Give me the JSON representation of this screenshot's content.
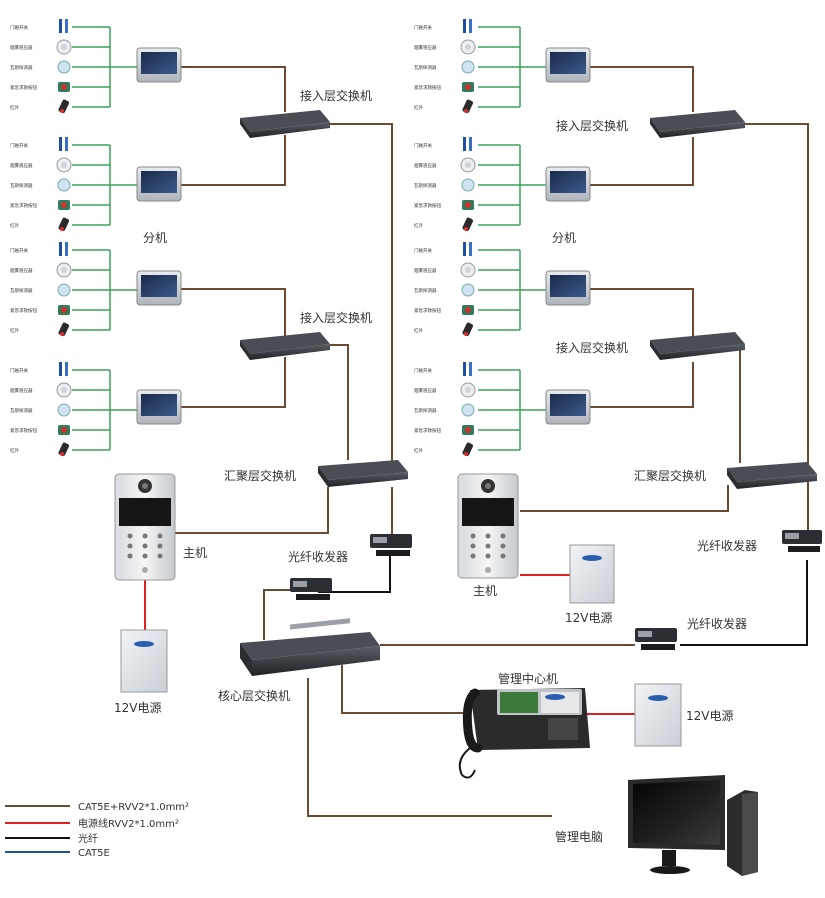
{
  "colors": {
    "cat5e_rvv": "#6b4a34",
    "power": "#e02020",
    "fiber": "#111111",
    "cat5e": "#1f4fa0"
  },
  "sensors": [
    "门磁开关",
    "烟雾感应器",
    "瓦斯探测器",
    "紧急求救按钮",
    "红外"
  ],
  "sensor_icons": [
    "door-contact-icon",
    "smoke-detector-icon",
    "gas-detector-icon",
    "panic-button-icon",
    "infrared-icon"
  ],
  "labels": {
    "access_switch": "接入层交换机",
    "extension": "分机",
    "aggregation_switch": "汇聚层交换机",
    "main_unit": "主机",
    "fiber_transceiver": "光纤收发器",
    "power_12v": "12V电源",
    "core_switch": "核心层交换机",
    "management_center": "管理中心机",
    "management_pc": "管理电脑"
  },
  "legend": [
    {
      "text": "CAT5E+RVV2*1.0mm²",
      "color": "#6b4a34"
    },
    {
      "text": "电源线RVV2*1.0mm²",
      "color": "#e02020"
    },
    {
      "text": "光纤",
      "color": "#111111"
    },
    {
      "text": "CAT5E",
      "color": "#1f4fa0"
    }
  ]
}
